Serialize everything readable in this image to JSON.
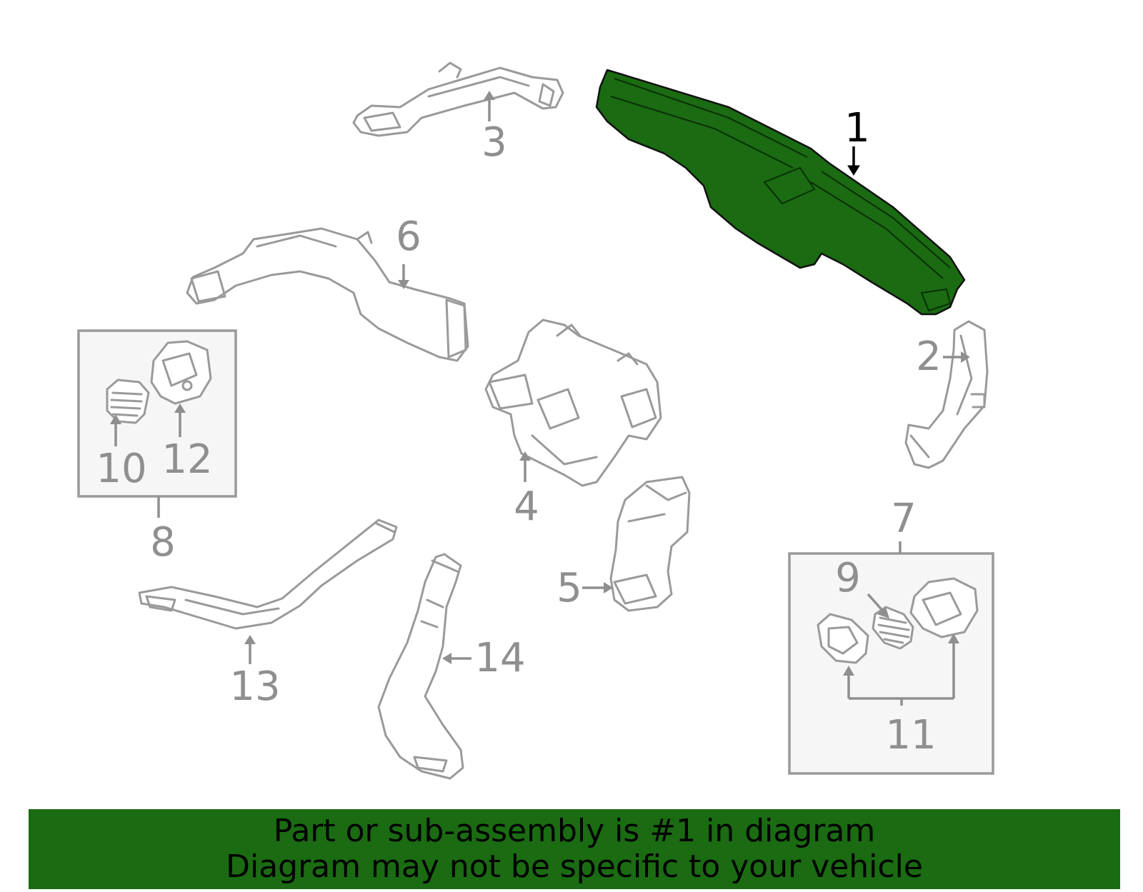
{
  "callouts": [
    "1",
    "2",
    "3",
    "4",
    "5",
    "6",
    "7",
    "8",
    "9",
    "10",
    "11",
    "12",
    "13",
    "14"
  ],
  "banner": {
    "line1": "Part or sub-assembly is #1 in diagram",
    "line2": "Diagram may not be specific to your vehicle"
  },
  "colors": {
    "highlight": "#1a6b12",
    "banner": "#1a6b12",
    "line": "#9a9a9a"
  }
}
